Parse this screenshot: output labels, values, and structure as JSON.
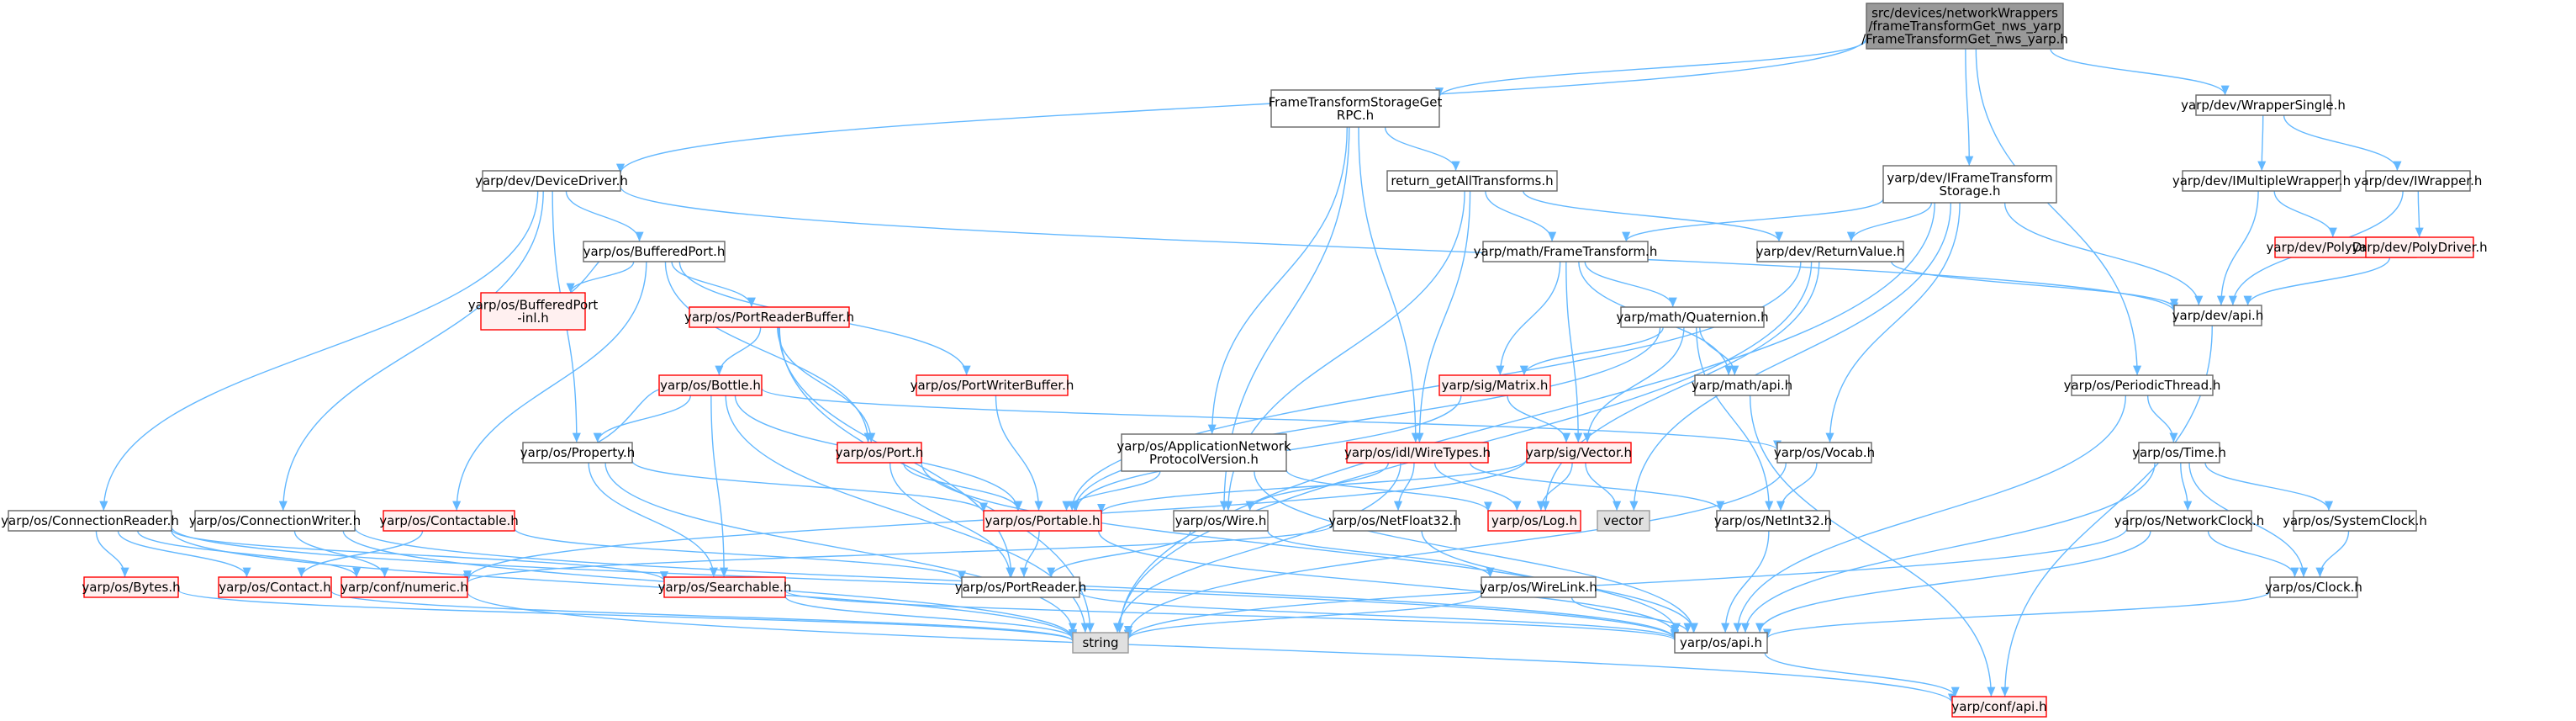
{
  "colors": {
    "edge": "#63b8ff",
    "root_fill": "#999999",
    "normal_fill": "#ffffff",
    "normal_stroke": "#666666",
    "missing_fill": "#fff0f0",
    "missing_stroke": "#ff0000",
    "external_fill": "#e0e0e0",
    "external_stroke": "#999999",
    "text": "#000000"
  },
  "nodes": [
    {
      "id": "root",
      "kind": "root",
      "lines": [
        "src/devices/networkWrappers",
        "/frameTransformGet_nws_yarp",
        "/FrameTransformGet_nws_yarp.h"
      ]
    },
    {
      "id": "fts",
      "kind": "normal",
      "lines": [
        "FrameTransformStorageGet",
        "RPC.h"
      ]
    },
    {
      "id": "rgat",
      "kind": "normal",
      "lines": [
        "return_getAllTransforms.h"
      ]
    },
    {
      "id": "ifts",
      "kind": "normal",
      "lines": [
        "yarp/dev/IFrameTransform",
        "Storage.h"
      ]
    },
    {
      "id": "wsingle",
      "kind": "normal",
      "lines": [
        "yarp/dev/WrapperSingle.h"
      ]
    },
    {
      "id": "imw",
      "kind": "normal",
      "lines": [
        "yarp/dev/IMultipleWrapper.h"
      ]
    },
    {
      "id": "iw",
      "kind": "normal",
      "lines": [
        "yarp/dev/IWrapper.h"
      ]
    },
    {
      "id": "pdl",
      "kind": "missing",
      "lines": [
        "yarp/dev/PolyDriverList.h"
      ]
    },
    {
      "id": "pd",
      "kind": "missing",
      "lines": [
        "yarp/dev/PolyDriver.h"
      ]
    },
    {
      "id": "devapi",
      "kind": "normal",
      "lines": [
        "yarp/dev/api.h"
      ]
    },
    {
      "id": "dd",
      "kind": "normal",
      "lines": [
        "yarp/dev/DeviceDriver.h"
      ]
    },
    {
      "id": "bp",
      "kind": "normal",
      "lines": [
        "yarp/os/BufferedPort.h"
      ]
    },
    {
      "id": "bpinl",
      "kind": "missing",
      "lines": [
        "yarp/os/BufferedPort",
        "-inl.h"
      ]
    },
    {
      "id": "prb",
      "kind": "missing",
      "lines": [
        "yarp/os/PortReaderBuffer.h"
      ]
    },
    {
      "id": "pwb",
      "kind": "missing",
      "lines": [
        "yarp/os/PortWriterBuffer.h"
      ]
    },
    {
      "id": "bottle",
      "kind": "missing",
      "lines": [
        "yarp/os/Bottle.h"
      ]
    },
    {
      "id": "property",
      "kind": "normal",
      "lines": [
        "yarp/os/Property.h"
      ]
    },
    {
      "id": "port",
      "kind": "missing",
      "lines": [
        "yarp/os/Port.h"
      ]
    },
    {
      "id": "contactable",
      "kind": "missing",
      "lines": [
        "yarp/os/Contactable.h"
      ]
    },
    {
      "id": "mft",
      "kind": "normal",
      "lines": [
        "yarp/math/FrameTransform.h"
      ]
    },
    {
      "id": "mq",
      "kind": "normal",
      "lines": [
        "yarp/math/Quaternion.h"
      ]
    },
    {
      "id": "matrix",
      "kind": "missing",
      "lines": [
        "yarp/sig/Matrix.h"
      ]
    },
    {
      "id": "mapi",
      "kind": "normal",
      "lines": [
        "yarp/math/api.h"
      ]
    },
    {
      "id": "rv",
      "kind": "normal",
      "lines": [
        "yarp/dev/ReturnValue.h"
      ]
    },
    {
      "id": "vector",
      "kind": "missing",
      "lines": [
        "yarp/sig/Vector.h"
      ]
    },
    {
      "id": "idlwt",
      "kind": "missing",
      "lines": [
        "yarp/os/idl/WireTypes.h"
      ]
    },
    {
      "id": "anpv",
      "kind": "normal",
      "lines": [
        "yarp/os/ApplicationNetwork",
        "ProtocolVersion.h"
      ]
    },
    {
      "id": "vocab",
      "kind": "normal",
      "lines": [
        "yarp/os/Vocab.h"
      ]
    },
    {
      "id": "pt",
      "kind": "normal",
      "lines": [
        "yarp/os/PeriodicThread.h"
      ]
    },
    {
      "id": "time",
      "kind": "normal",
      "lines": [
        "yarp/os/Time.h"
      ]
    },
    {
      "id": "nclock",
      "kind": "normal",
      "lines": [
        "yarp/os/NetworkClock.h"
      ]
    },
    {
      "id": "sclock",
      "kind": "normal",
      "lines": [
        "yarp/os/SystemClock.h"
      ]
    },
    {
      "id": "clock",
      "kind": "normal",
      "lines": [
        "yarp/os/Clock.h"
      ]
    },
    {
      "id": "portable",
      "kind": "missing",
      "lines": [
        "yarp/os/Portable.h"
      ]
    },
    {
      "id": "wire",
      "kind": "normal",
      "lines": [
        "yarp/os/Wire.h"
      ]
    },
    {
      "id": "log",
      "kind": "missing",
      "lines": [
        "yarp/os/Log.h"
      ]
    },
    {
      "id": "vectorstd",
      "kind": "external",
      "lines": [
        "vector"
      ]
    },
    {
      "id": "netint",
      "kind": "normal",
      "lines": [
        "yarp/os/NetInt32.h"
      ]
    },
    {
      "id": "netfloat",
      "kind": "normal",
      "lines": [
        "yarp/os/NetFloat32.h"
      ]
    },
    {
      "id": "cr",
      "kind": "normal",
      "lines": [
        "yarp/os/ConnectionReader.h"
      ]
    },
    {
      "id": "cw",
      "kind": "normal",
      "lines": [
        "yarp/os/ConnectionWriter.h"
      ]
    },
    {
      "id": "bytes",
      "kind": "missing",
      "lines": [
        "yarp/os/Bytes.h"
      ]
    },
    {
      "id": "contact",
      "kind": "missing",
      "lines": [
        "yarp/os/Contact.h"
      ]
    },
    {
      "id": "numeric",
      "kind": "missing",
      "lines": [
        "yarp/conf/numeric.h"
      ]
    },
    {
      "id": "searchable",
      "kind": "missing",
      "lines": [
        "yarp/os/Searchable.h"
      ]
    },
    {
      "id": "pr",
      "kind": "normal",
      "lines": [
        "yarp/os/PortReader.h"
      ]
    },
    {
      "id": "wirelink",
      "kind": "normal",
      "lines": [
        "yarp/os/WireLink.h"
      ]
    },
    {
      "id": "string",
      "kind": "external",
      "lines": [
        "string"
      ]
    },
    {
      "id": "osapi",
      "kind": "normal",
      "lines": [
        "yarp/os/api.h"
      ]
    },
    {
      "id": "confapi",
      "kind": "missing",
      "lines": [
        "yarp/conf/api.h"
      ]
    }
  ],
  "edges": [
    [
      "root",
      "fts"
    ],
    [
      "root",
      "dd"
    ],
    [
      "root",
      "ifts"
    ],
    [
      "root",
      "wsingle"
    ],
    [
      "root",
      "pt"
    ],
    [
      "fts",
      "rgat"
    ],
    [
      "fts",
      "anpv"
    ],
    [
      "fts",
      "idlwt"
    ],
    [
      "fts",
      "wire"
    ],
    [
      "rgat",
      "mft"
    ],
    [
      "rgat",
      "rv"
    ],
    [
      "rgat",
      "idlwt"
    ],
    [
      "rgat",
      "wire"
    ],
    [
      "ifts",
      "mft"
    ],
    [
      "ifts",
      "rv"
    ],
    [
      "ifts",
      "devapi"
    ],
    [
      "ifts",
      "vocab"
    ],
    [
      "ifts",
      "string"
    ],
    [
      "ifts",
      "vectorstd"
    ],
    [
      "wsingle",
      "imw"
    ],
    [
      "wsingle",
      "iw"
    ],
    [
      "imw",
      "pdl"
    ],
    [
      "imw",
      "devapi"
    ],
    [
      "iw",
      "pd"
    ],
    [
      "iw",
      "devapi"
    ],
    [
      "pd",
      "devapi"
    ],
    [
      "devapi",
      "confapi"
    ],
    [
      "dd",
      "bp"
    ],
    [
      "dd",
      "property"
    ],
    [
      "dd",
      "cr"
    ],
    [
      "dd",
      "cw"
    ],
    [
      "dd",
      "devapi"
    ],
    [
      "bp",
      "bpinl"
    ],
    [
      "bp",
      "prb"
    ],
    [
      "bp",
      "pwb"
    ],
    [
      "bp",
      "port"
    ],
    [
      "bp",
      "contactable"
    ],
    [
      "bpinl",
      "bp"
    ],
    [
      "prb",
      "bottle"
    ],
    [
      "prb",
      "port"
    ],
    [
      "prb",
      "pr"
    ],
    [
      "prb",
      "string"
    ],
    [
      "pwb",
      "portable"
    ],
    [
      "bottle",
      "property"
    ],
    [
      "bottle",
      "portable"
    ],
    [
      "bottle",
      "searchable"
    ],
    [
      "bottle",
      "vocab"
    ],
    [
      "bottle",
      "string"
    ],
    [
      "property",
      "bottle"
    ],
    [
      "property",
      "portable"
    ],
    [
      "property",
      "searchable"
    ],
    [
      "property",
      "string"
    ],
    [
      "port",
      "portable"
    ],
    [
      "port",
      "pr"
    ],
    [
      "port",
      "osapi"
    ],
    [
      "contactable",
      "contact"
    ],
    [
      "contactable",
      "pr"
    ],
    [
      "mft",
      "mq"
    ],
    [
      "mft",
      "matrix"
    ],
    [
      "mft",
      "mapi"
    ],
    [
      "mft",
      "vector"
    ],
    [
      "mq",
      "matrix"
    ],
    [
      "mq",
      "vector"
    ],
    [
      "mq",
      "mapi"
    ],
    [
      "mq",
      "netint"
    ],
    [
      "mq",
      "portable"
    ],
    [
      "matrix",
      "vector"
    ],
    [
      "matrix",
      "portable"
    ],
    [
      "mapi",
      "confapi"
    ],
    [
      "rv",
      "devapi"
    ],
    [
      "rv",
      "portable"
    ],
    [
      "rv",
      "log"
    ],
    [
      "rv",
      "string"
    ],
    [
      "vector",
      "log"
    ],
    [
      "vector",
      "vectorstd"
    ],
    [
      "vector",
      "portable"
    ],
    [
      "vector",
      "numeric"
    ],
    [
      "idlwt",
      "netint"
    ],
    [
      "idlwt",
      "netfloat"
    ],
    [
      "idlwt",
      "log"
    ],
    [
      "idlwt",
      "wire"
    ],
    [
      "idlwt",
      "string"
    ],
    [
      "anpv",
      "portable"
    ],
    [
      "anpv",
      "log"
    ],
    [
      "anpv",
      "osapi"
    ],
    [
      "vocab",
      "netint"
    ],
    [
      "vocab",
      "string"
    ],
    [
      "pt",
      "time"
    ],
    [
      "pt",
      "osapi"
    ],
    [
      "time",
      "nclock"
    ],
    [
      "time",
      "sclock"
    ],
    [
      "time",
      "clock"
    ],
    [
      "time",
      "osapi"
    ],
    [
      "nclock",
      "clock"
    ],
    [
      "nclock",
      "osapi"
    ],
    [
      "nclock",
      "string"
    ],
    [
      "sclock",
      "clock"
    ],
    [
      "clock",
      "osapi"
    ],
    [
      "portable",
      "pr"
    ],
    [
      "portable",
      "osapi"
    ],
    [
      "wire",
      "pr"
    ],
    [
      "wire",
      "wirelink"
    ],
    [
      "netint",
      "osapi"
    ],
    [
      "netfloat",
      "numeric"
    ],
    [
      "netfloat",
      "osapi"
    ],
    [
      "cr",
      "bytes"
    ],
    [
      "cr",
      "contact"
    ],
    [
      "cr",
      "numeric"
    ],
    [
      "cr",
      "searchable"
    ],
    [
      "cr",
      "string"
    ],
    [
      "cr",
      "osapi"
    ],
    [
      "cw",
      "numeric"
    ],
    [
      "cw",
      "string"
    ],
    [
      "cw",
      "osapi"
    ],
    [
      "bytes",
      "string"
    ],
    [
      "contact",
      "string"
    ],
    [
      "numeric",
      "confapi"
    ],
    [
      "searchable",
      "string"
    ],
    [
      "searchable",
      "osapi"
    ],
    [
      "pr",
      "osapi"
    ],
    [
      "wirelink",
      "osapi"
    ],
    [
      "wirelink",
      "string"
    ],
    [
      "osapi",
      "confapi"
    ]
  ]
}
